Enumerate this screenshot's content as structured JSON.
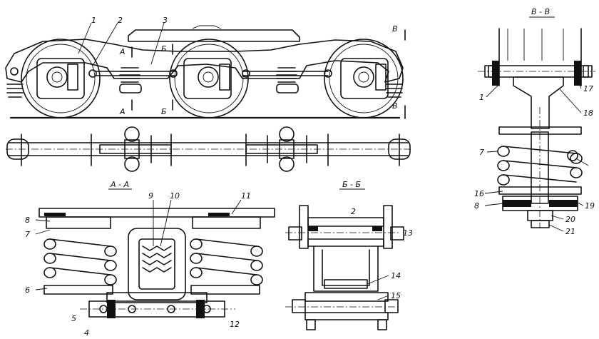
{
  "views": {
    "section_aa": {
      "title": "А - А"
    },
    "section_bb": {
      "title": "Б - Б"
    },
    "section_vv": {
      "title": "В - В"
    }
  },
  "cut_marks": {
    "a": "А",
    "b": "Б",
    "v": "В"
  },
  "callouts": [
    "1",
    "2",
    "3",
    "4",
    "5",
    "6",
    "7",
    "8",
    "9",
    "10",
    "11",
    "12",
    "13",
    "14",
    "15",
    "16",
    "17",
    "18",
    "19",
    "20",
    "21"
  ],
  "vv_callouts": [
    "1",
    "7",
    "16",
    "8",
    "17",
    "18",
    "19",
    "20",
    "21"
  ],
  "aa_callouts": [
    "8",
    "7",
    "6",
    "5",
    "4",
    "9",
    "10",
    "11",
    "12"
  ],
  "bb_callouts": [
    "2",
    "13",
    "14",
    "15"
  ]
}
